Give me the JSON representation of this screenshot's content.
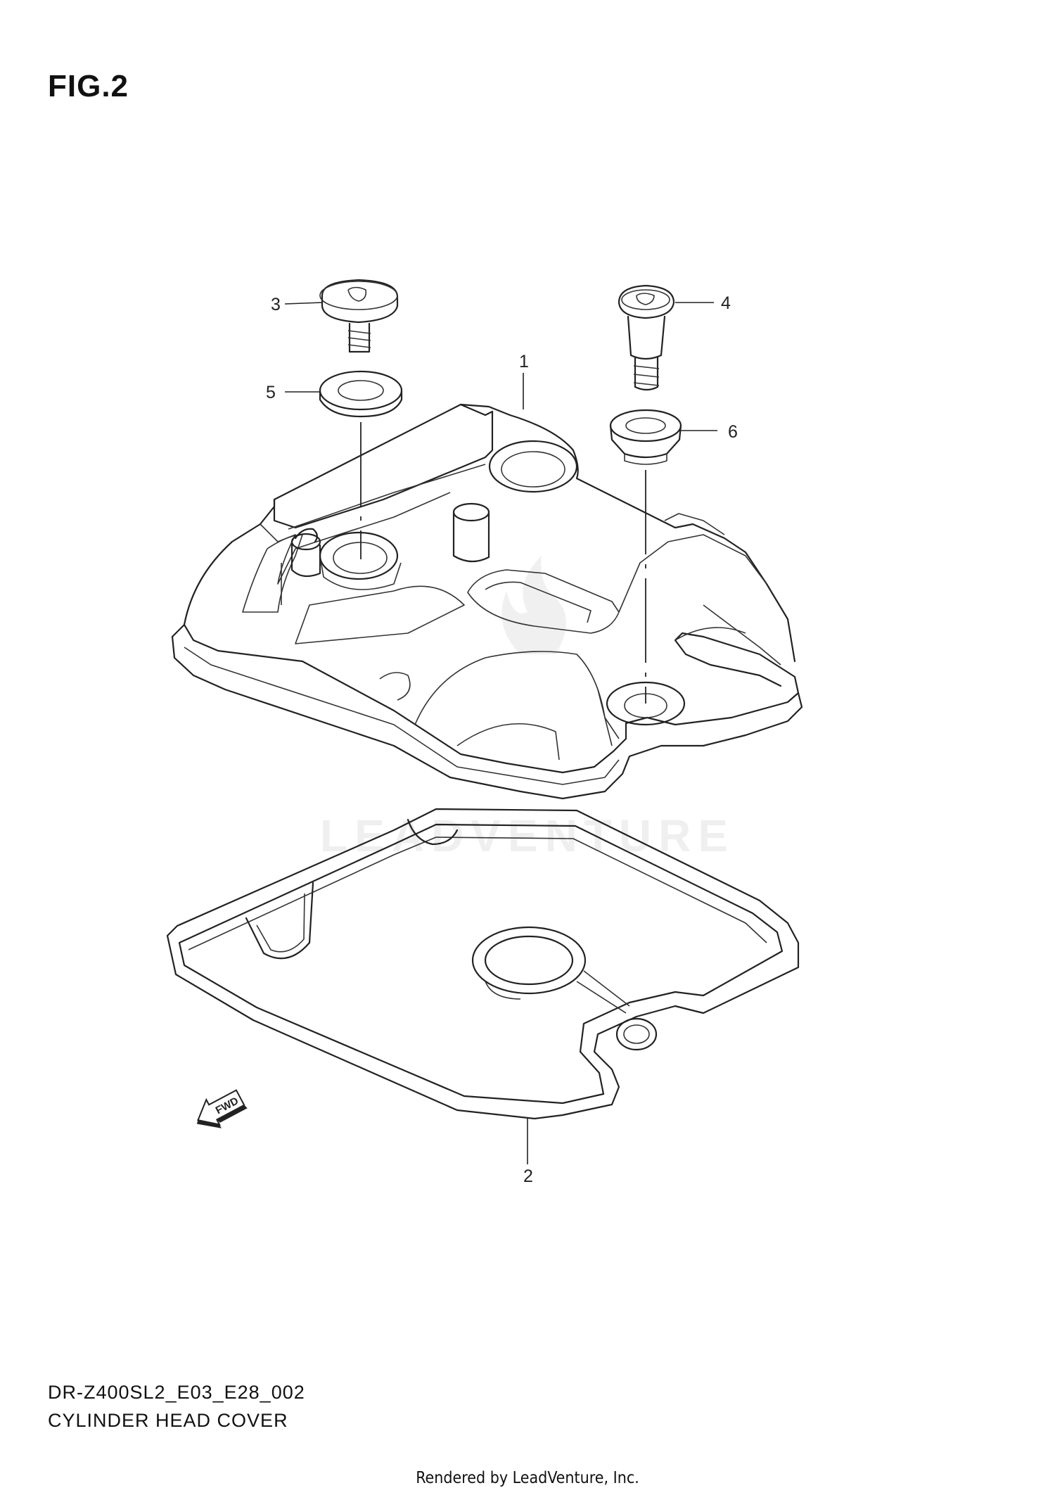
{
  "figure": {
    "title": "FIG.2"
  },
  "callouts": [
    {
      "id": "1",
      "label": "1"
    },
    {
      "id": "2",
      "label": "2"
    },
    {
      "id": "3",
      "label": "3"
    },
    {
      "id": "4",
      "label": "4"
    },
    {
      "id": "5",
      "label": "5"
    },
    {
      "id": "6",
      "label": "6"
    }
  ],
  "fwd_label": "FWD",
  "watermark": "LEADVENTURE",
  "footer": {
    "model_code": "DR-Z400SL2_E03_E28_002",
    "part_name": "CYLINDER HEAD COVER",
    "credit": "Rendered by LeadVenture, Inc."
  }
}
